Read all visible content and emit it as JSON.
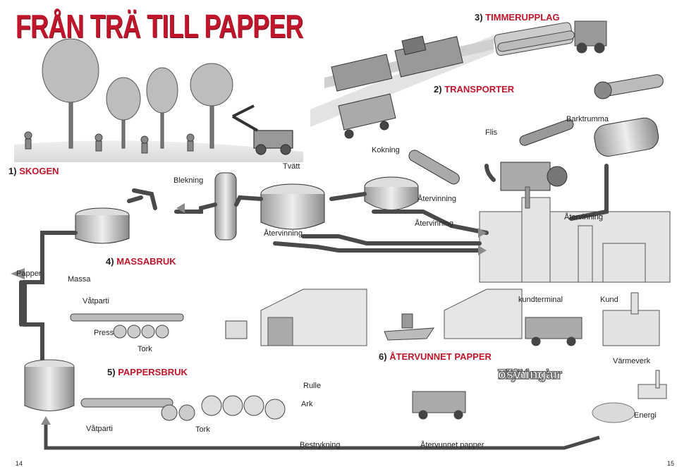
{
  "title": "FRÅN TRÄ TILL PAPPER",
  "sections": {
    "s1": {
      "num": "1)",
      "name": "SKOGEN"
    },
    "s2": {
      "num": "2)",
      "name": "TRANSPORTER"
    },
    "s3": {
      "num": "3)",
      "name": "TIMMERUPPLAG"
    },
    "s4": {
      "num": "4)",
      "name": "MASSABRUK"
    },
    "s5": {
      "num": "5)",
      "name": "PAPPERSBRUK"
    },
    "s6": {
      "num": "6)",
      "name": "ÅTERVUNNET PAPPER"
    }
  },
  "labels": {
    "flis": "Flis",
    "barktrumma": "Barktrumma",
    "kokning": "Kokning",
    "tvatt": "Tvätt",
    "blekning": "Blekning",
    "atervinning_1": "Återvinning",
    "atervinning_2": "Återvinning",
    "atervinning_3": "Återvinning",
    "atervinning_4": "Återvinning",
    "papper": "Papper",
    "massa": "Massa",
    "vatparti_top": "Våtparti",
    "press": "Press",
    "tork_top": "Tork",
    "kundterminal": "kundterminal",
    "kund": "Kund",
    "varmeverk": "Värmeverk",
    "rulle": "Rulle",
    "ark": "Ark",
    "vatparti_bottom": "Våtparti",
    "tork_bottom": "Tork",
    "bestrykning": "Bestrykning",
    "atervunnet_papper": "Återvunnet papper",
    "energi": "Energi"
  },
  "outline_words": [
    "Kontor",
    "Tryckerier",
    "Affärer",
    "Tidningar",
    "osv"
  ],
  "page_numbers": {
    "left": "14",
    "right": "15"
  },
  "colors": {
    "accent": "#c0162c",
    "pipe": "#4a4a4a",
    "arrow": "#8a8a8a"
  }
}
